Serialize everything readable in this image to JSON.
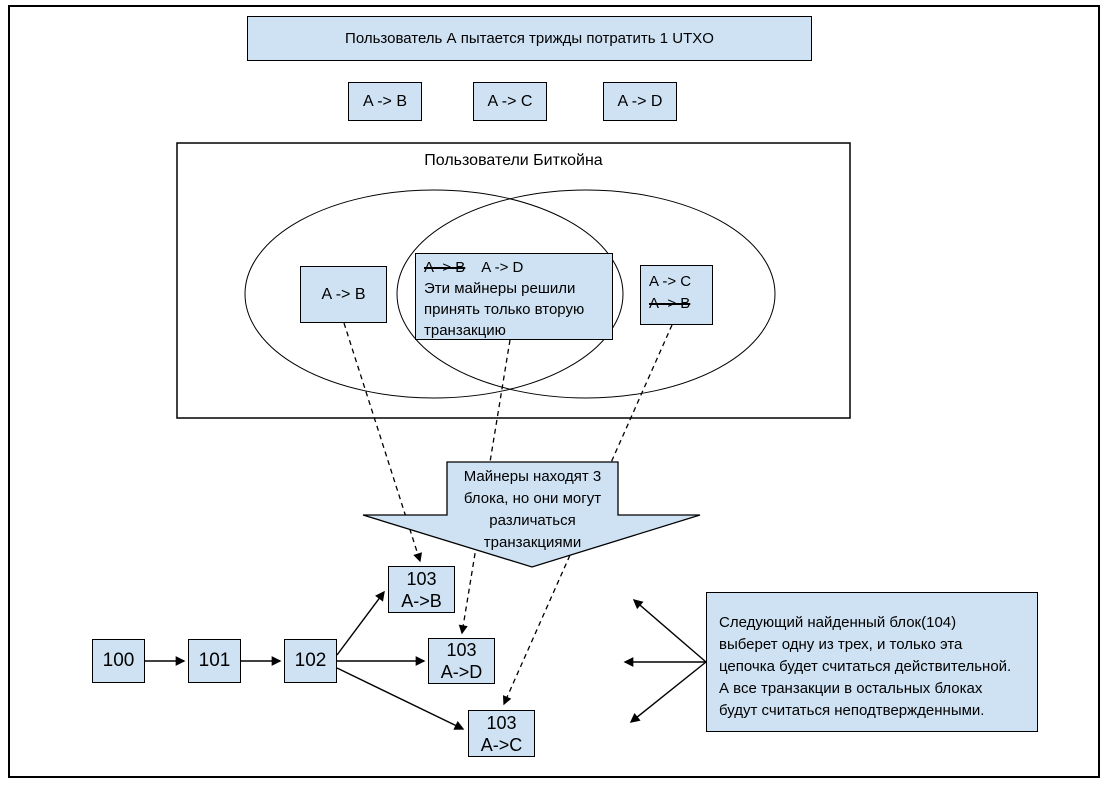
{
  "colors": {
    "box_fill": "#cfe2f3",
    "stroke": "#000000"
  },
  "header": {
    "title": "Пользователь А пытается трижды потратить 1 UTXO"
  },
  "spend_attempts": {
    "b": "A -> B",
    "c": "A -> C",
    "d": "A -> D"
  },
  "venn": {
    "title": "Пользователи Биткойна",
    "left_miner_tx": "A -> B",
    "center_miner": {
      "rejected_tx": "A -> B",
      "accepted_tx": "A -> D",
      "note_lines": [
        "Эти майнеры решили",
        "принять только вторую",
        "транзакцию"
      ]
    },
    "right_miner": {
      "accepted_tx": "A -> C",
      "rejected_tx": "A -> B"
    }
  },
  "miners_callout": {
    "lines": [
      "Майнеры находят 3",
      "блока, но они могут",
      "различаться",
      "транзакциями"
    ]
  },
  "blockchain": {
    "blocks": [
      "100",
      "101",
      "102"
    ],
    "forks": [
      {
        "height": "103",
        "tx": "A->B"
      },
      {
        "height": "103",
        "tx": "A->D"
      },
      {
        "height": "103",
        "tx": "A->C"
      }
    ]
  },
  "next_block_note": {
    "lines": [
      "Следующий найденный блок(104)",
      "выберет одну из трех, и только эта",
      "цепочка будет считаться действительной.",
      "А все транзакции в остальных блоках",
      "будут считаться неподтвержденными."
    ]
  }
}
